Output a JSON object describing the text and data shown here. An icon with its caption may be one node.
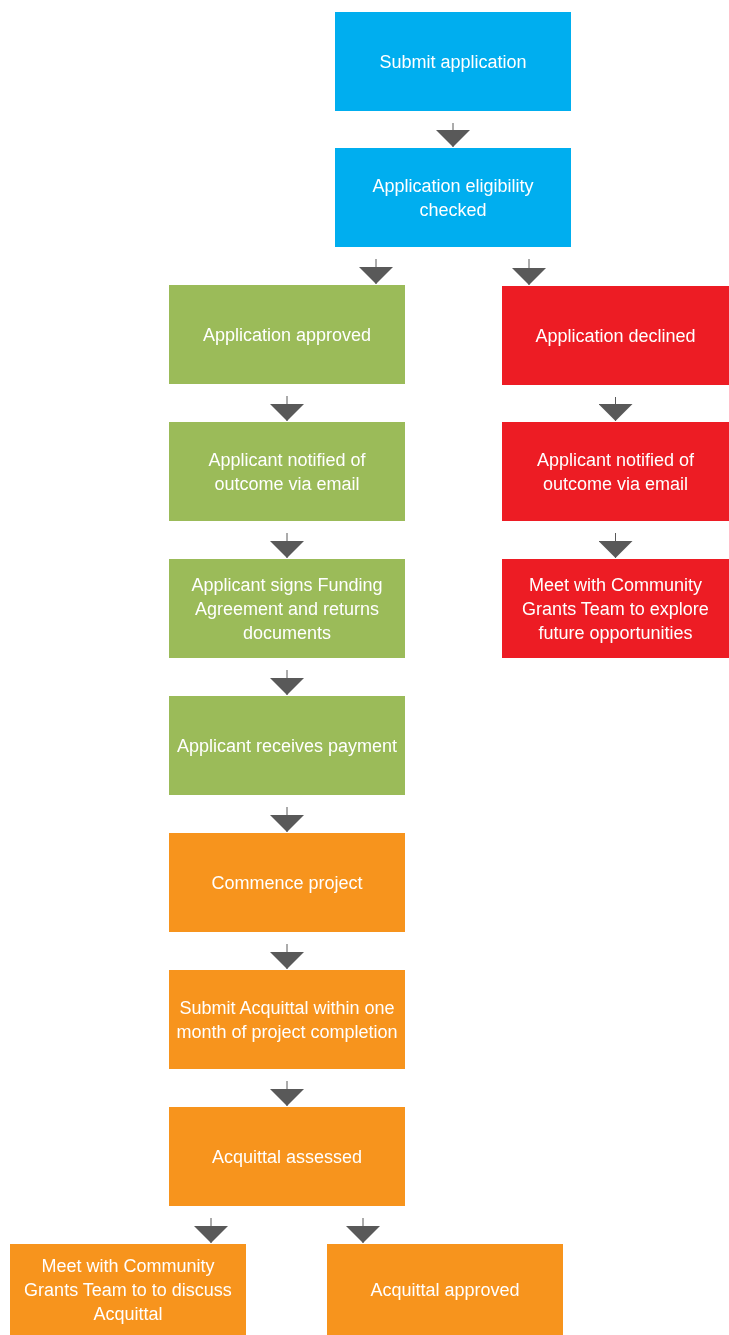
{
  "diagram": {
    "nodes": [
      {
        "text": [
          "Submit application"
        ]
      },
      {
        "text": [
          "Application eligibility checked"
        ]
      },
      {
        "text": [
          "Application approved"
        ]
      },
      {
        "text": [
          "Application declined"
        ]
      },
      {
        "text": [
          "Applicant notified of outcome via email"
        ]
      },
      {
        "text": [
          "Applicant notified of outcome via email"
        ]
      },
      {
        "text": [
          "Applicant signs Funding Agreement and returns documents"
        ]
      },
      {
        "text": [
          "Meet with Community Grants Team to explore future opportunities"
        ]
      },
      {
        "text": [
          "Applicant receives payment"
        ]
      },
      {
        "text": [
          "Commence project"
        ]
      },
      {
        "text": [
          "Submit Acquittal within one month of project completion"
        ]
      },
      {
        "text": [
          "Acquittal assessed"
        ]
      },
      {
        "text": [
          "Meet with Community Grants Team to to discuss Acquittal"
        ]
      },
      {
        "text": [
          "Acquittal approved"
        ]
      }
    ],
    "edges": [
      {
        "from": 0,
        "to": 1,
        "arrow": "to"
      },
      {
        "from": 1,
        "to": 2,
        "arrow": "to"
      },
      {
        "from": 1,
        "to": 3,
        "arrow": "to"
      },
      {
        "from": 2,
        "to": 4,
        "arrow": "to"
      },
      {
        "from": 3,
        "to": 5,
        "arrow": "to"
      },
      {
        "from": 4,
        "to": 6,
        "arrow": "to"
      },
      {
        "from": 5,
        "to": 7,
        "arrow": "to"
      },
      {
        "from": 6,
        "to": 8,
        "arrow": "to"
      },
      {
        "from": 8,
        "to": 9,
        "arrow": "to"
      },
      {
        "from": 9,
        "to": 10,
        "arrow": "to"
      },
      {
        "from": 10,
        "to": 11,
        "arrow": "to"
      },
      {
        "from": 11,
        "to": 12,
        "arrow": "to"
      },
      {
        "from": 11,
        "to": 13,
        "arrow": "to"
      }
    ]
  }
}
